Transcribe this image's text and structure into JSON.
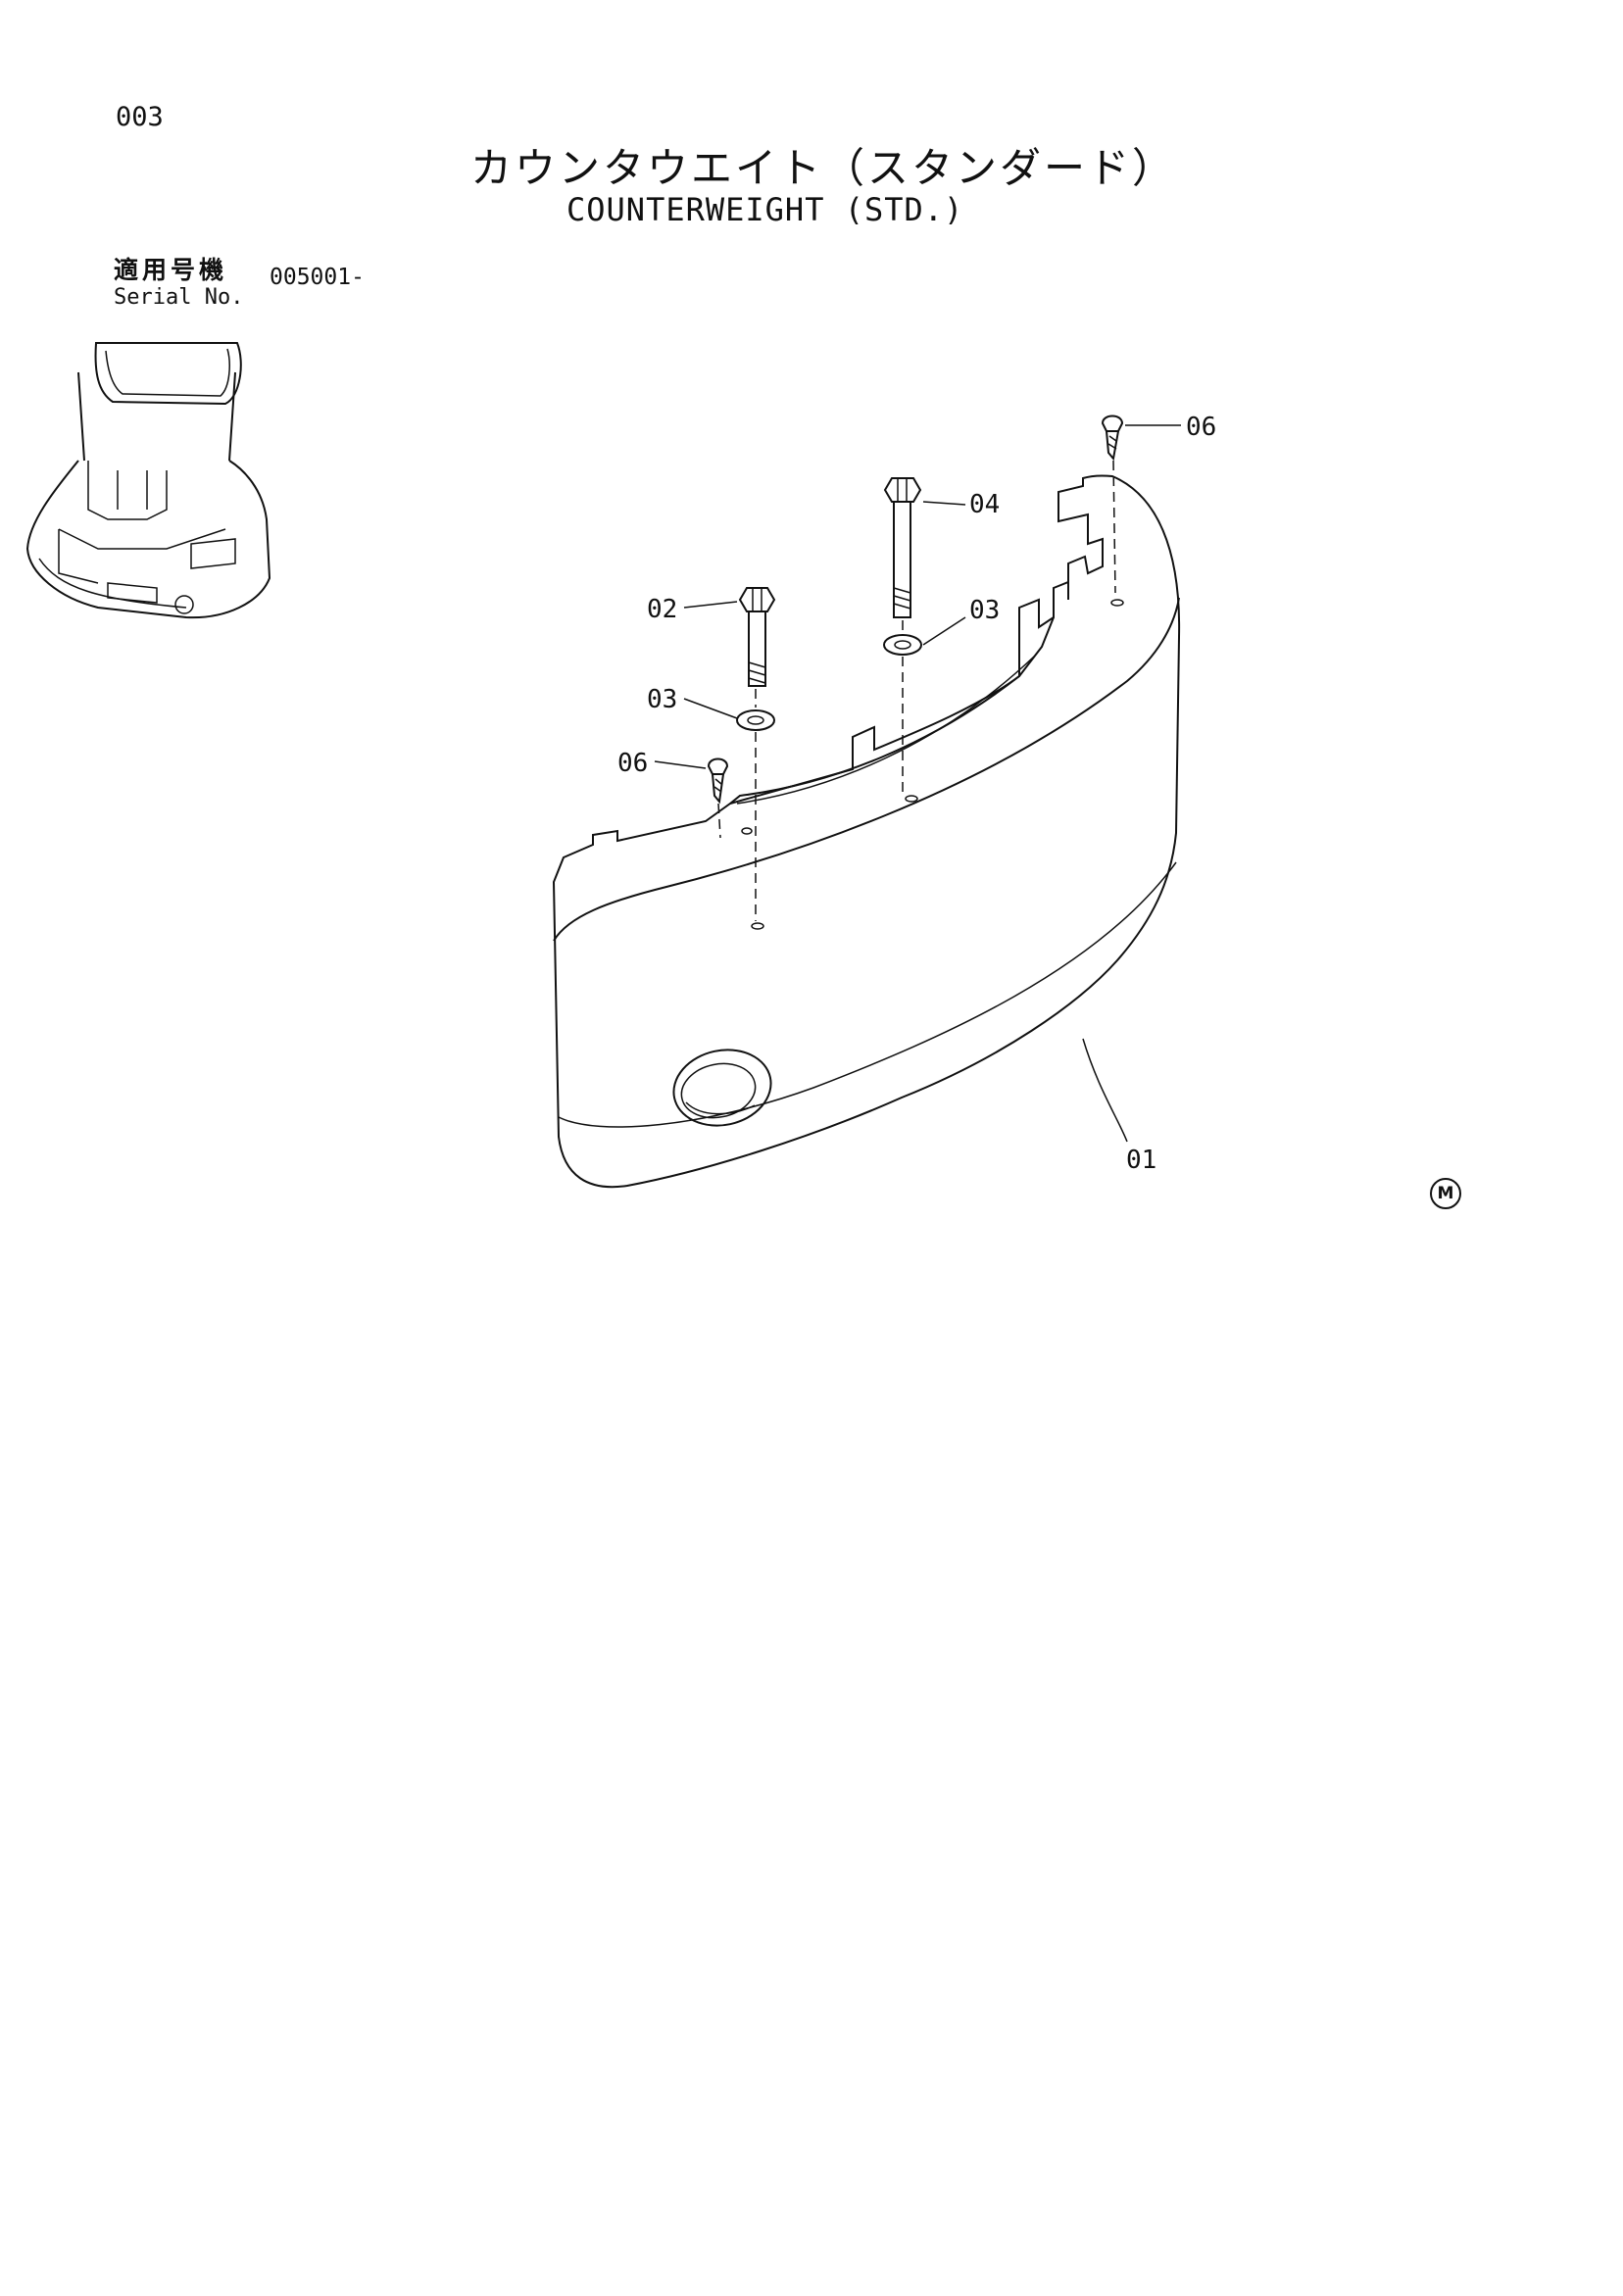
{
  "page_number": "003",
  "title_jp": "カウンタウエイト（スタンダード）",
  "title_en": "COUNTERWEIGHT (STD.)",
  "serial": {
    "label_jp": "適用号機",
    "label_en": "Serial No.",
    "value": "005001-"
  },
  "callouts": {
    "c01": "01",
    "c02": "02",
    "c03a": "03",
    "c03b": "03",
    "c04": "04",
    "c06a": "06",
    "c06b": "06"
  },
  "mark": "M"
}
